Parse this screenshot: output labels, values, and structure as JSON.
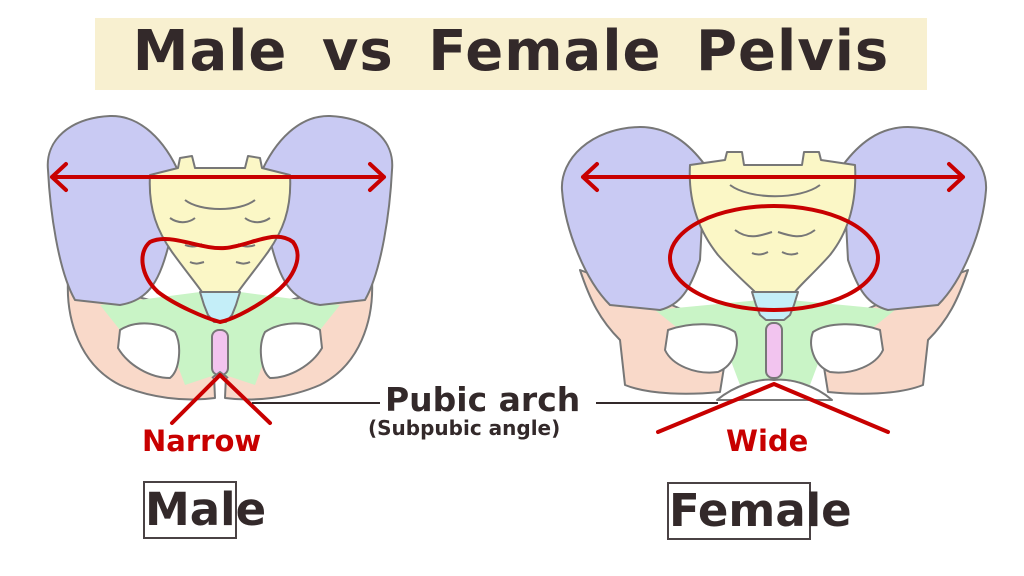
{
  "title": "Male vs Female Pelvis",
  "labels": {
    "narrow": "Narrow",
    "wide": "Wide",
    "pubic_arch": "Pubic arch",
    "subpubic_angle": "(Subpubic angle)",
    "male": "Male",
    "female": "Female"
  },
  "colors": {
    "title_banner": "#f8f0d0",
    "text_dark": "#33292a",
    "accent_red": "#c80000",
    "ilium": "#c9caf3",
    "sacrum": "#fbf7c6",
    "coccyx": "#c4eef8",
    "pubis": "#c9f4c6",
    "ischium": "#f9d9c9",
    "symphysis": "#f2c4ef",
    "outline": "#777777"
  },
  "diagrams": [
    {
      "sex": "male",
      "pelvic_width_arrow": true,
      "pelvic_inlet_shape": "heart-shaped (narrow)",
      "subpubic_angle": "narrow"
    },
    {
      "sex": "female",
      "pelvic_width_arrow": true,
      "pelvic_inlet_shape": "oval (wide)",
      "subpubic_angle": "wide"
    }
  ]
}
